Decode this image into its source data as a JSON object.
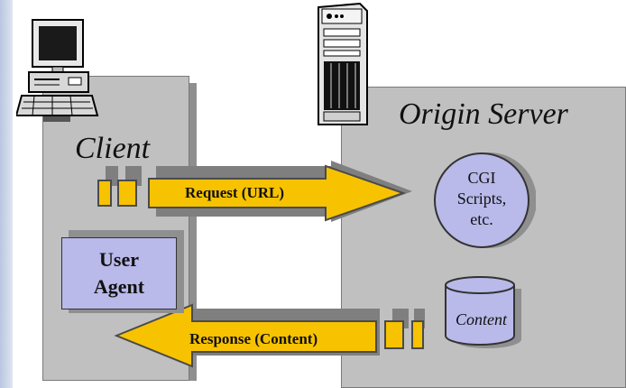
{
  "client": {
    "title": "Client"
  },
  "server": {
    "title": "Origin Server"
  },
  "request_arrow": {
    "label": "Request (URL)"
  },
  "response_arrow": {
    "label": "Response (Content)"
  },
  "user_agent": {
    "line1": "User",
    "line2": "Agent"
  },
  "cgi_circle": {
    "line1": "CGI",
    "line2": "Scripts,",
    "line3": "etc."
  },
  "content_store": {
    "label": "Content"
  },
  "icons": [
    "computer-icon",
    "server-tower-icon"
  ],
  "colors": {
    "arrow_fill": "#f7c200",
    "arrow_stroke": "#4a4a4a",
    "panel": "#c0c0c0",
    "user_agent_fill": "#b9b9ea",
    "circle_fill": "#b9b9ea"
  }
}
